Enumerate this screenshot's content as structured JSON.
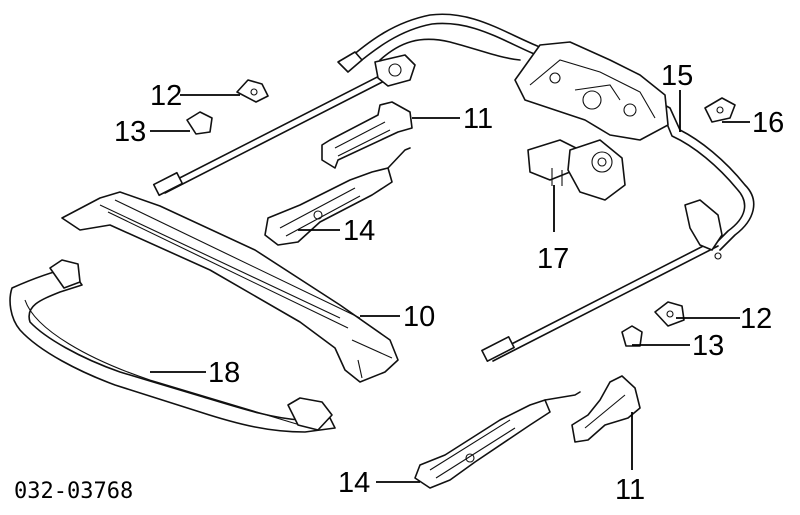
{
  "diagram": {
    "reference_code": "032-03768",
    "callouts": [
      {
        "id": "c1",
        "label": "12"
      },
      {
        "id": "c2",
        "label": "13"
      },
      {
        "id": "c3",
        "label": "11"
      },
      {
        "id": "c4",
        "label": "15"
      },
      {
        "id": "c5",
        "label": "16"
      },
      {
        "id": "c6",
        "label": "14"
      },
      {
        "id": "c7",
        "label": "17"
      },
      {
        "id": "c8",
        "label": "10"
      },
      {
        "id": "c9",
        "label": "12"
      },
      {
        "id": "c10",
        "label": "13"
      },
      {
        "id": "c11",
        "label": "18"
      },
      {
        "id": "c12",
        "label": "14"
      },
      {
        "id": "c13",
        "label": "11"
      }
    ]
  }
}
